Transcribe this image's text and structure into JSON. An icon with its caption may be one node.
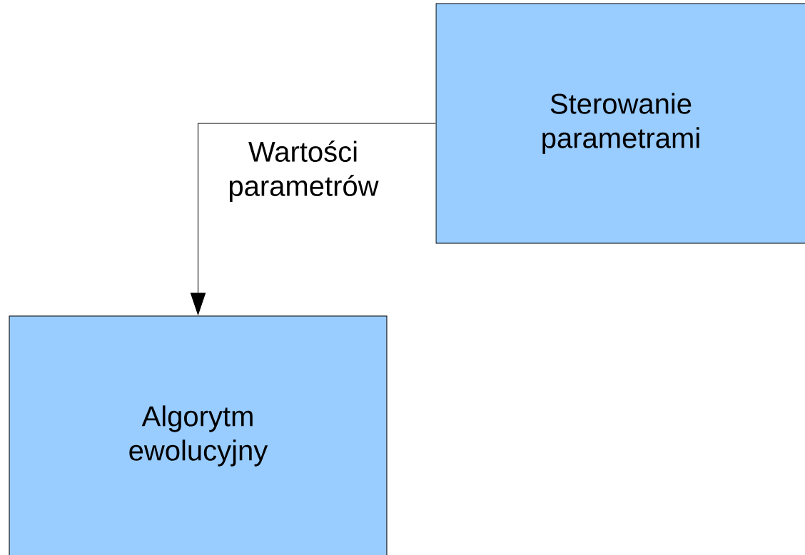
{
  "diagram": {
    "nodes": [
      {
        "text": [
          "Algorytm ewolucyjny"
        ]
      },
      {
        "text": [
          "Sterowanie parametrami"
        ]
      }
    ],
    "edges": [
      {
        "from": 1,
        "to": 0,
        "arrow": "to",
        "label": "Wartości parametrów"
      }
    ]
  }
}
